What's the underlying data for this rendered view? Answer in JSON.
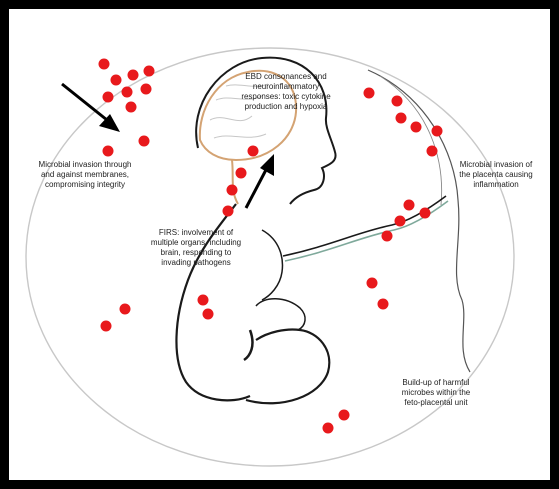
{
  "labels": {
    "microbial_invasion": "Microbial invasion through\nand against membranes,\ncompromising integrity",
    "ebd": "EBD consonances and\nneuroinflammatory\nresponses: toxic cytokine\nproduction and hypoxia",
    "placenta": "Microbial invasion of\nthe placenta causing\ninflammation",
    "firs": "FIRS: involvement of\nmultiple organs, including\nbrain, responding to\ninvading pathogens",
    "buildup": "Build-up of harmful\nmicrobes within the\nfeto-placental unit"
  },
  "colors": {
    "microbe": "#e8191c",
    "outline": "#1a1a1a",
    "brain": "#d4a373",
    "cord": "#7fa99b",
    "frame": "#000000"
  },
  "icons": [
    "microbe-dot",
    "arrow"
  ]
}
